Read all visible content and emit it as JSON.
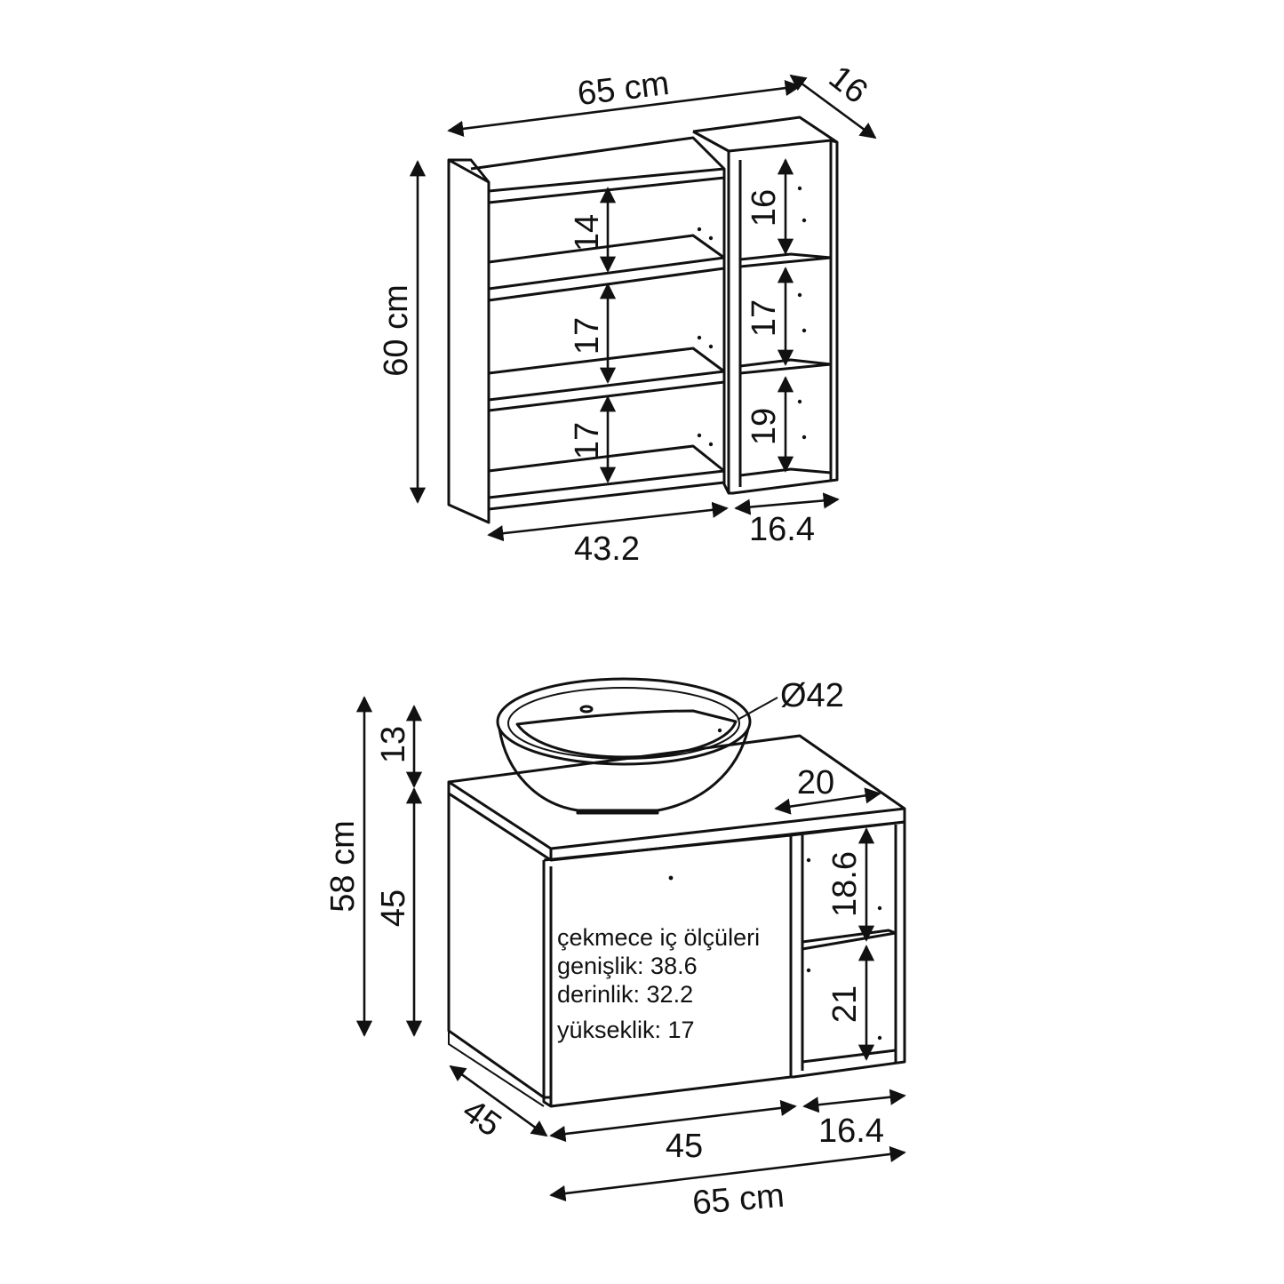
{
  "top_unit": {
    "width": "65 cm",
    "depth": "16",
    "height": "60 cm",
    "shelf_gaps_left": [
      "14",
      "17",
      "17"
    ],
    "shelf_gaps_right": [
      "16",
      "17",
      "19"
    ],
    "width_left": "43.2",
    "width_right": "16.4"
  },
  "bottom_unit": {
    "basin_diameter": "Ø42",
    "total_height": "58 cm",
    "basin_height": "13",
    "cabinet_height": "45",
    "depth_right": "20",
    "shelf_upper": "18.6",
    "shelf_lower": "21",
    "depth": "45",
    "width_drawer": "45",
    "width_shelf": "16.4",
    "width_total": "65 cm",
    "drawer_info": {
      "title": "çekmece iç ölçüleri",
      "width": "genişlik: 38.6",
      "depth": "derinlik: 32.2",
      "height": "yükseklik: 17"
    }
  },
  "colors": {
    "line": "#111111",
    "background": "#ffffff"
  }
}
